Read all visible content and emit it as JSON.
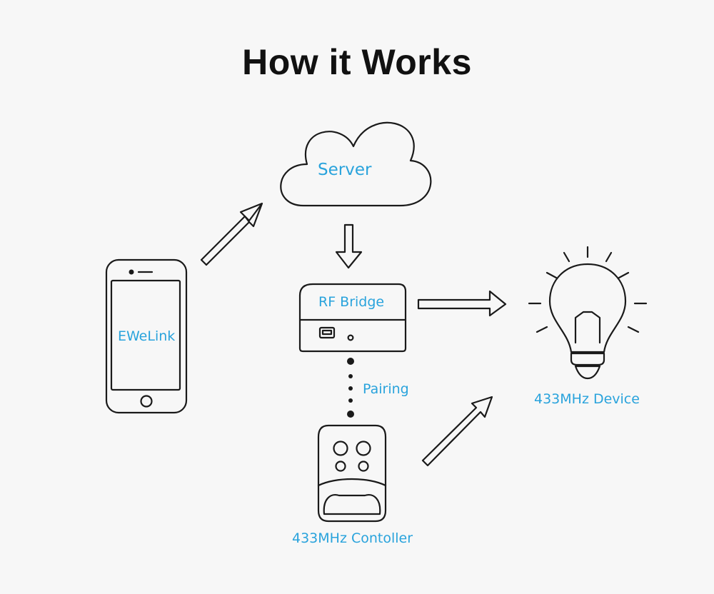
{
  "title": "How it Works",
  "colors": {
    "accent": "#29a3dc",
    "stroke": "#1a1a1a",
    "background": "#f7f7f7"
  },
  "nodes": {
    "phone": {
      "label": "EWeLink",
      "icon": "smartphone-icon"
    },
    "server": {
      "label": "Server",
      "icon": "cloud-icon"
    },
    "bridge": {
      "label": "RF Bridge",
      "icon": "rf-bridge-icon"
    },
    "device": {
      "label": "433MHz Device",
      "icon": "light-bulb-icon"
    },
    "controller": {
      "label": "433MHz Contoller",
      "icon": "remote-control-icon"
    }
  },
  "edges": {
    "pairing_label": "Pairing"
  }
}
